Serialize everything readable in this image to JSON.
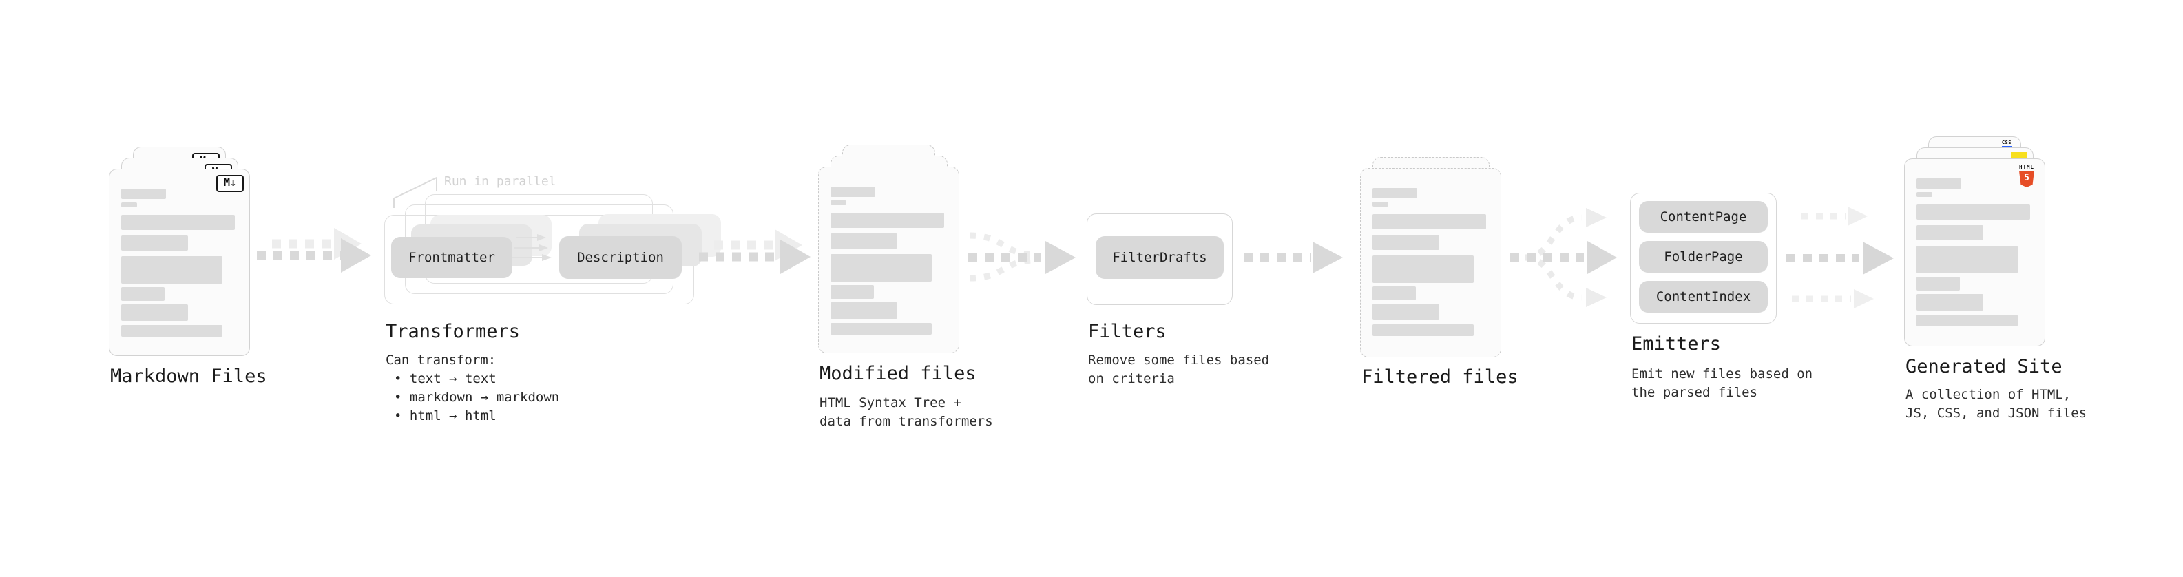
{
  "colors": {
    "html5_orange": "#e64d26",
    "js_yellow": "#f7df1e",
    "css_blue": "#2962ff",
    "arrow_gray": "#d9d9d9",
    "arrow_ghost": "#ededed"
  },
  "icons": {
    "markdown_badge": "M↓",
    "html5_wordmark": "HTML",
    "html5_number": "5",
    "css_wordmark": "CSS"
  },
  "stages": {
    "markdown": {
      "title": "Markdown Files"
    },
    "transformers": {
      "title": "Transformers",
      "annotation": "Run in parallel",
      "button_a": "Frontmatter",
      "button_b": "Description",
      "note_heading": "Can transform:",
      "bullets": [
        "• text → text",
        "• markdown → markdown",
        "• html → html"
      ]
    },
    "modified": {
      "title": "Modified files",
      "subtitle_1": "HTML Syntax Tree +",
      "subtitle_2": "data from transformers"
    },
    "filters": {
      "title": "Filters",
      "button": "FilterDrafts",
      "subtitle_1": "Remove some files based",
      "subtitle_2": "on criteria"
    },
    "filtered": {
      "title": "Filtered files"
    },
    "emitters": {
      "title": "Emitters",
      "buttons": [
        "ContentPage",
        "FolderPage",
        "ContentIndex"
      ],
      "subtitle_1": "Emit new files based on",
      "subtitle_2": "the parsed files"
    },
    "generated": {
      "title": "Generated Site",
      "subtitle_1": "A collection of HTML,",
      "subtitle_2": "JS, CSS, and JSON files"
    }
  }
}
